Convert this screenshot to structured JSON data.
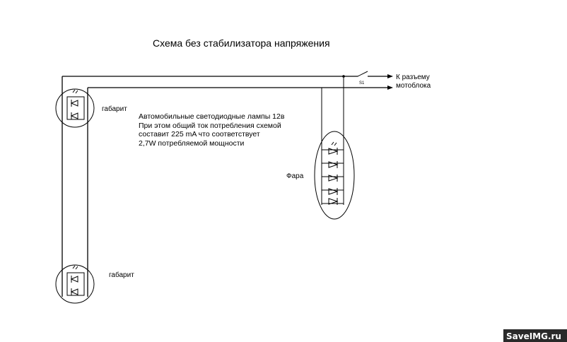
{
  "diagram": {
    "title": "Схема без стабилизатора напряжения",
    "connector_label_1": "К разъему",
    "connector_label_2": "мотоблока",
    "switch_label": "S1",
    "gabarit_top_label": "габарит",
    "gabarit_bottom_label": "габарит",
    "fara_label": "Фара",
    "note_lines": [
      "Автомобильные светодиодные лампы 12в",
      "При этом общий ток потребления схемой",
      "составит 225 mA что соответствует",
      "2,7W потребляемой мощности"
    ]
  },
  "watermark": {
    "text": "SaveIMG.ru"
  }
}
